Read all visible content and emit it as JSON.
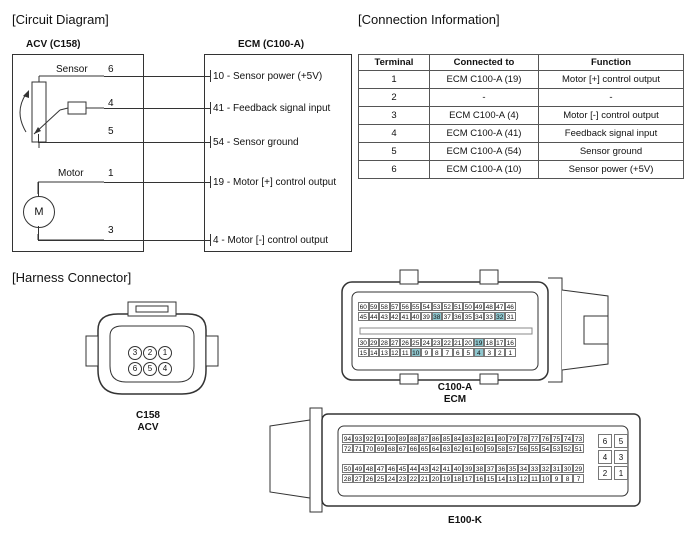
{
  "circuit": {
    "title": "[Circuit Diagram]",
    "acv_header": "ACV (C158)",
    "ecm_header": "ECM (C100-A)",
    "sensor_label": "Sensor",
    "motor_label": "Motor",
    "motor_symbol": "M",
    "acv_pins": [
      "6",
      "4",
      "5",
      "1",
      "3"
    ],
    "ecm_pins": [
      "10 - Sensor power (+5V)",
      "41 - Feedback signal input",
      "54 - Sensor ground",
      "19 - Motor [+] control output",
      "4 - Motor [-] control output"
    ]
  },
  "connection": {
    "title": "[Connection Information]",
    "headers": [
      "Terminal",
      "Connected to",
      "Function"
    ],
    "rows": [
      [
        "1",
        "ECM C100-A (19)",
        "Motor [+] control output"
      ],
      [
        "2",
        "-",
        "-"
      ],
      [
        "3",
        "ECM C100-A (4)",
        "Motor [-] control output"
      ],
      [
        "4",
        "ECM C100-A (41)",
        "Feedback signal input"
      ],
      [
        "5",
        "ECM C100-A (54)",
        "Sensor ground"
      ],
      [
        "6",
        "ECM C100-A (10)",
        "Sensor power (+5V)"
      ]
    ]
  },
  "harness": {
    "title": "[Harness Connector]",
    "c158_pins": [
      "3",
      "2",
      "1",
      "6",
      "5",
      "4"
    ],
    "c158_caption": [
      "C158",
      "ACV"
    ],
    "c100_caption": [
      "C100-A",
      "ECM"
    ],
    "e100_caption": "E100-K",
    "c100_rows": [
      [
        "60",
        "59",
        "58",
        "57",
        "56",
        "55",
        "54",
        "53",
        "52",
        "51",
        "50",
        "49",
        "48",
        "47",
        "46"
      ],
      [
        "45",
        "44",
        "43",
        "42",
        "41",
        "40",
        "39",
        "38",
        "37",
        "36",
        "35",
        "34",
        "33",
        "32",
        "31"
      ],
      [
        "30",
        "29",
        "28",
        "27",
        "26",
        "25",
        "24",
        "23",
        "22",
        "21",
        "20",
        "19",
        "18",
        "17",
        "16"
      ],
      [
        "15",
        "14",
        "13",
        "12",
        "11",
        "10",
        "9",
        "8",
        "7",
        "6",
        "5",
        "4",
        "3",
        "2",
        "1"
      ]
    ],
    "c100_highlight": [
      "38",
      "32",
      "19",
      "10",
      "4"
    ],
    "e100_rows": [
      [
        "94",
        "93",
        "92",
        "91",
        "90",
        "89",
        "88",
        "87",
        "86",
        "85",
        "84",
        "83",
        "82",
        "81",
        "80",
        "79",
        "78",
        "77",
        "76",
        "75",
        "74",
        "73"
      ],
      [
        "72",
        "71",
        "70",
        "69",
        "68",
        "67",
        "66",
        "65",
        "64",
        "63",
        "62",
        "61",
        "60",
        "59",
        "58",
        "57",
        "56",
        "55",
        "54",
        "53",
        "52",
        "51"
      ],
      [
        "50",
        "49",
        "48",
        "47",
        "46",
        "45",
        "44",
        "43",
        "42",
        "41",
        "40",
        "39",
        "38",
        "37",
        "36",
        "35",
        "34",
        "33",
        "32",
        "31",
        "30",
        "29"
      ],
      [
        "28",
        "27",
        "26",
        "25",
        "24",
        "23",
        "22",
        "21",
        "20",
        "19",
        "18",
        "17",
        "16",
        "15",
        "14",
        "13",
        "12",
        "11",
        "10",
        "9",
        "8",
        "7"
      ]
    ],
    "e100_side": [
      [
        "6",
        "5"
      ],
      [
        "4",
        "3"
      ],
      [
        "2",
        "1"
      ]
    ]
  }
}
